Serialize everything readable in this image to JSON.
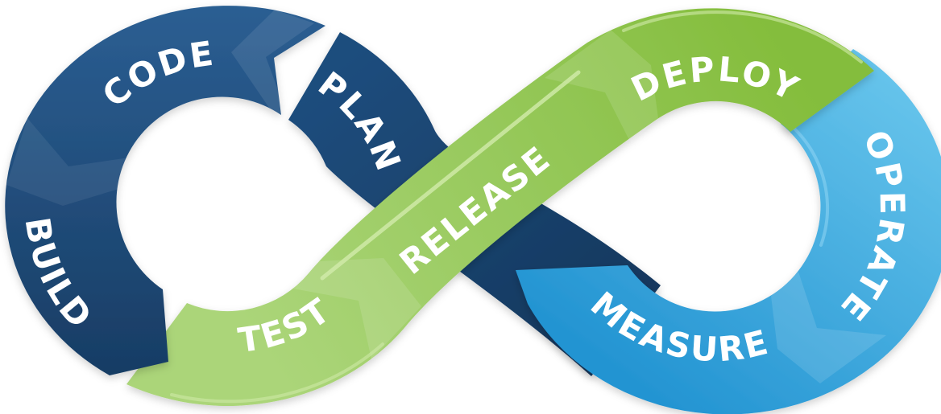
{
  "diagram": {
    "stages": [
      {
        "id": "plan",
        "label": "PLAN"
      },
      {
        "id": "code",
        "label": "CODE"
      },
      {
        "id": "build",
        "label": "BUILD"
      },
      {
        "id": "test",
        "label": "TEST"
      },
      {
        "id": "release",
        "label": "RELEASE"
      },
      {
        "id": "deploy",
        "label": "DEPLOY"
      },
      {
        "id": "operate",
        "label": "OPERATE"
      },
      {
        "id": "measure",
        "label": "MEASURE"
      }
    ],
    "colors": {
      "navy_ring": "#1d4c7c",
      "navy_plan_band": "#1b4573",
      "green_band": "#93c655",
      "green_highlight": "#d2ebab",
      "blue_band": "#3aa7dd",
      "label_text": "#ffffff",
      "background": "#ffffff"
    }
  }
}
